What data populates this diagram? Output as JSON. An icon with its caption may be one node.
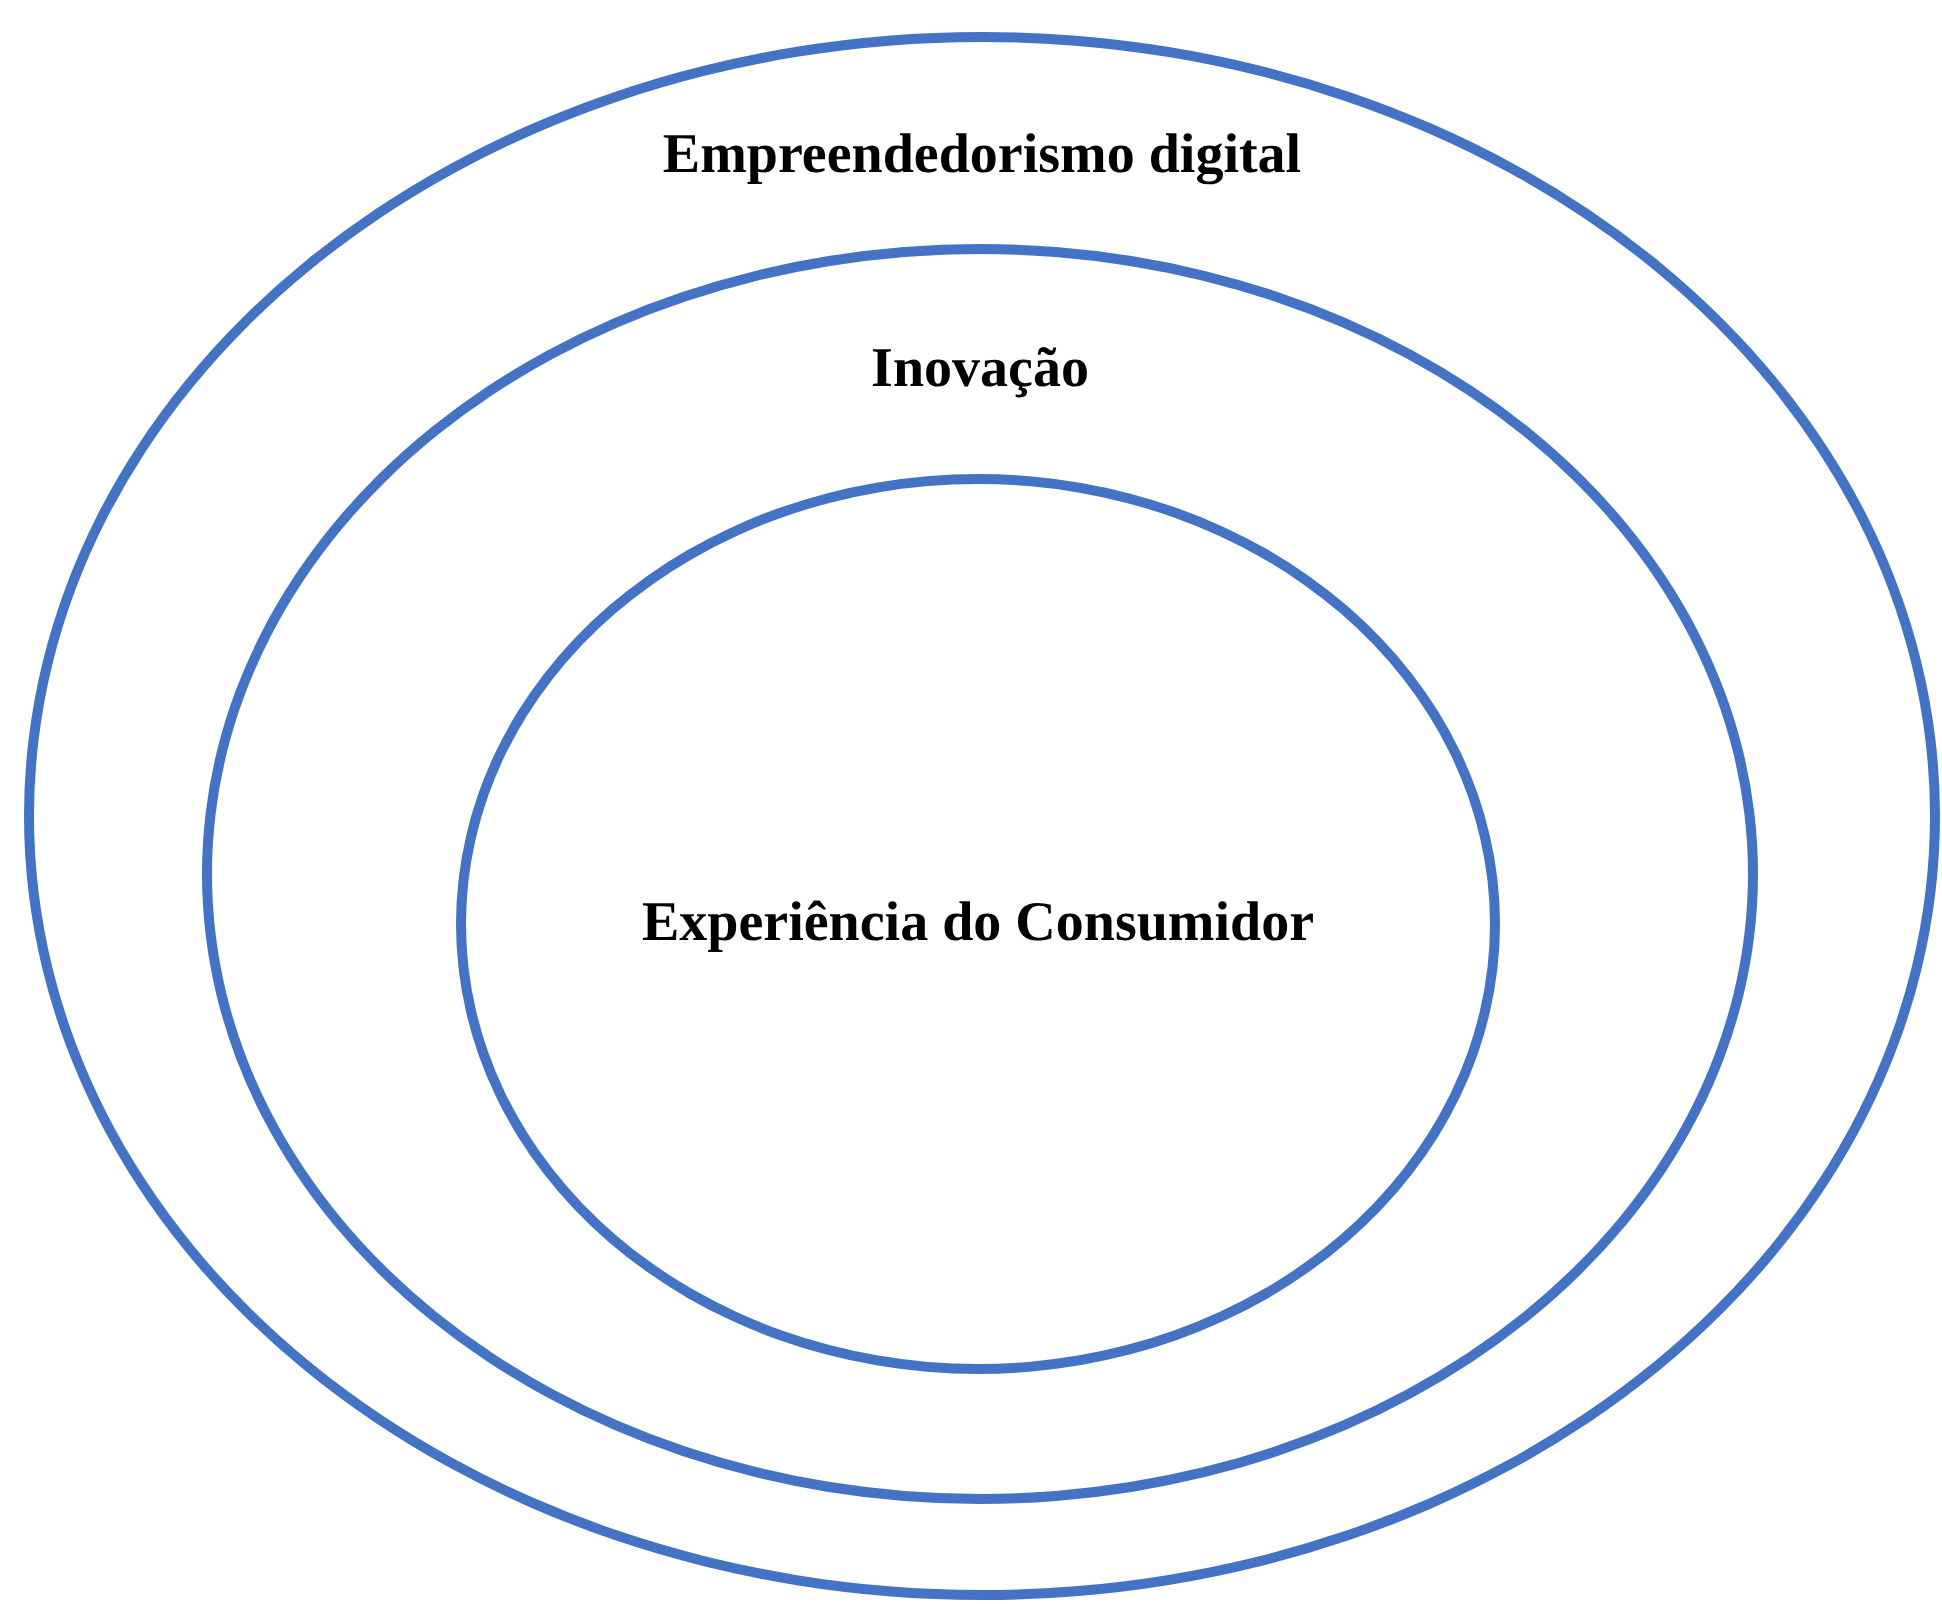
{
  "diagram": {
    "nodes": [
      {
        "text": [
          "Empreendedorismo digital"
        ]
      },
      {
        "text": [
          "Inovação"
        ],
        "in": 0
      },
      {
        "text": [
          "Experiência do Consumidor"
        ],
        "in": 1
      }
    ]
  }
}
